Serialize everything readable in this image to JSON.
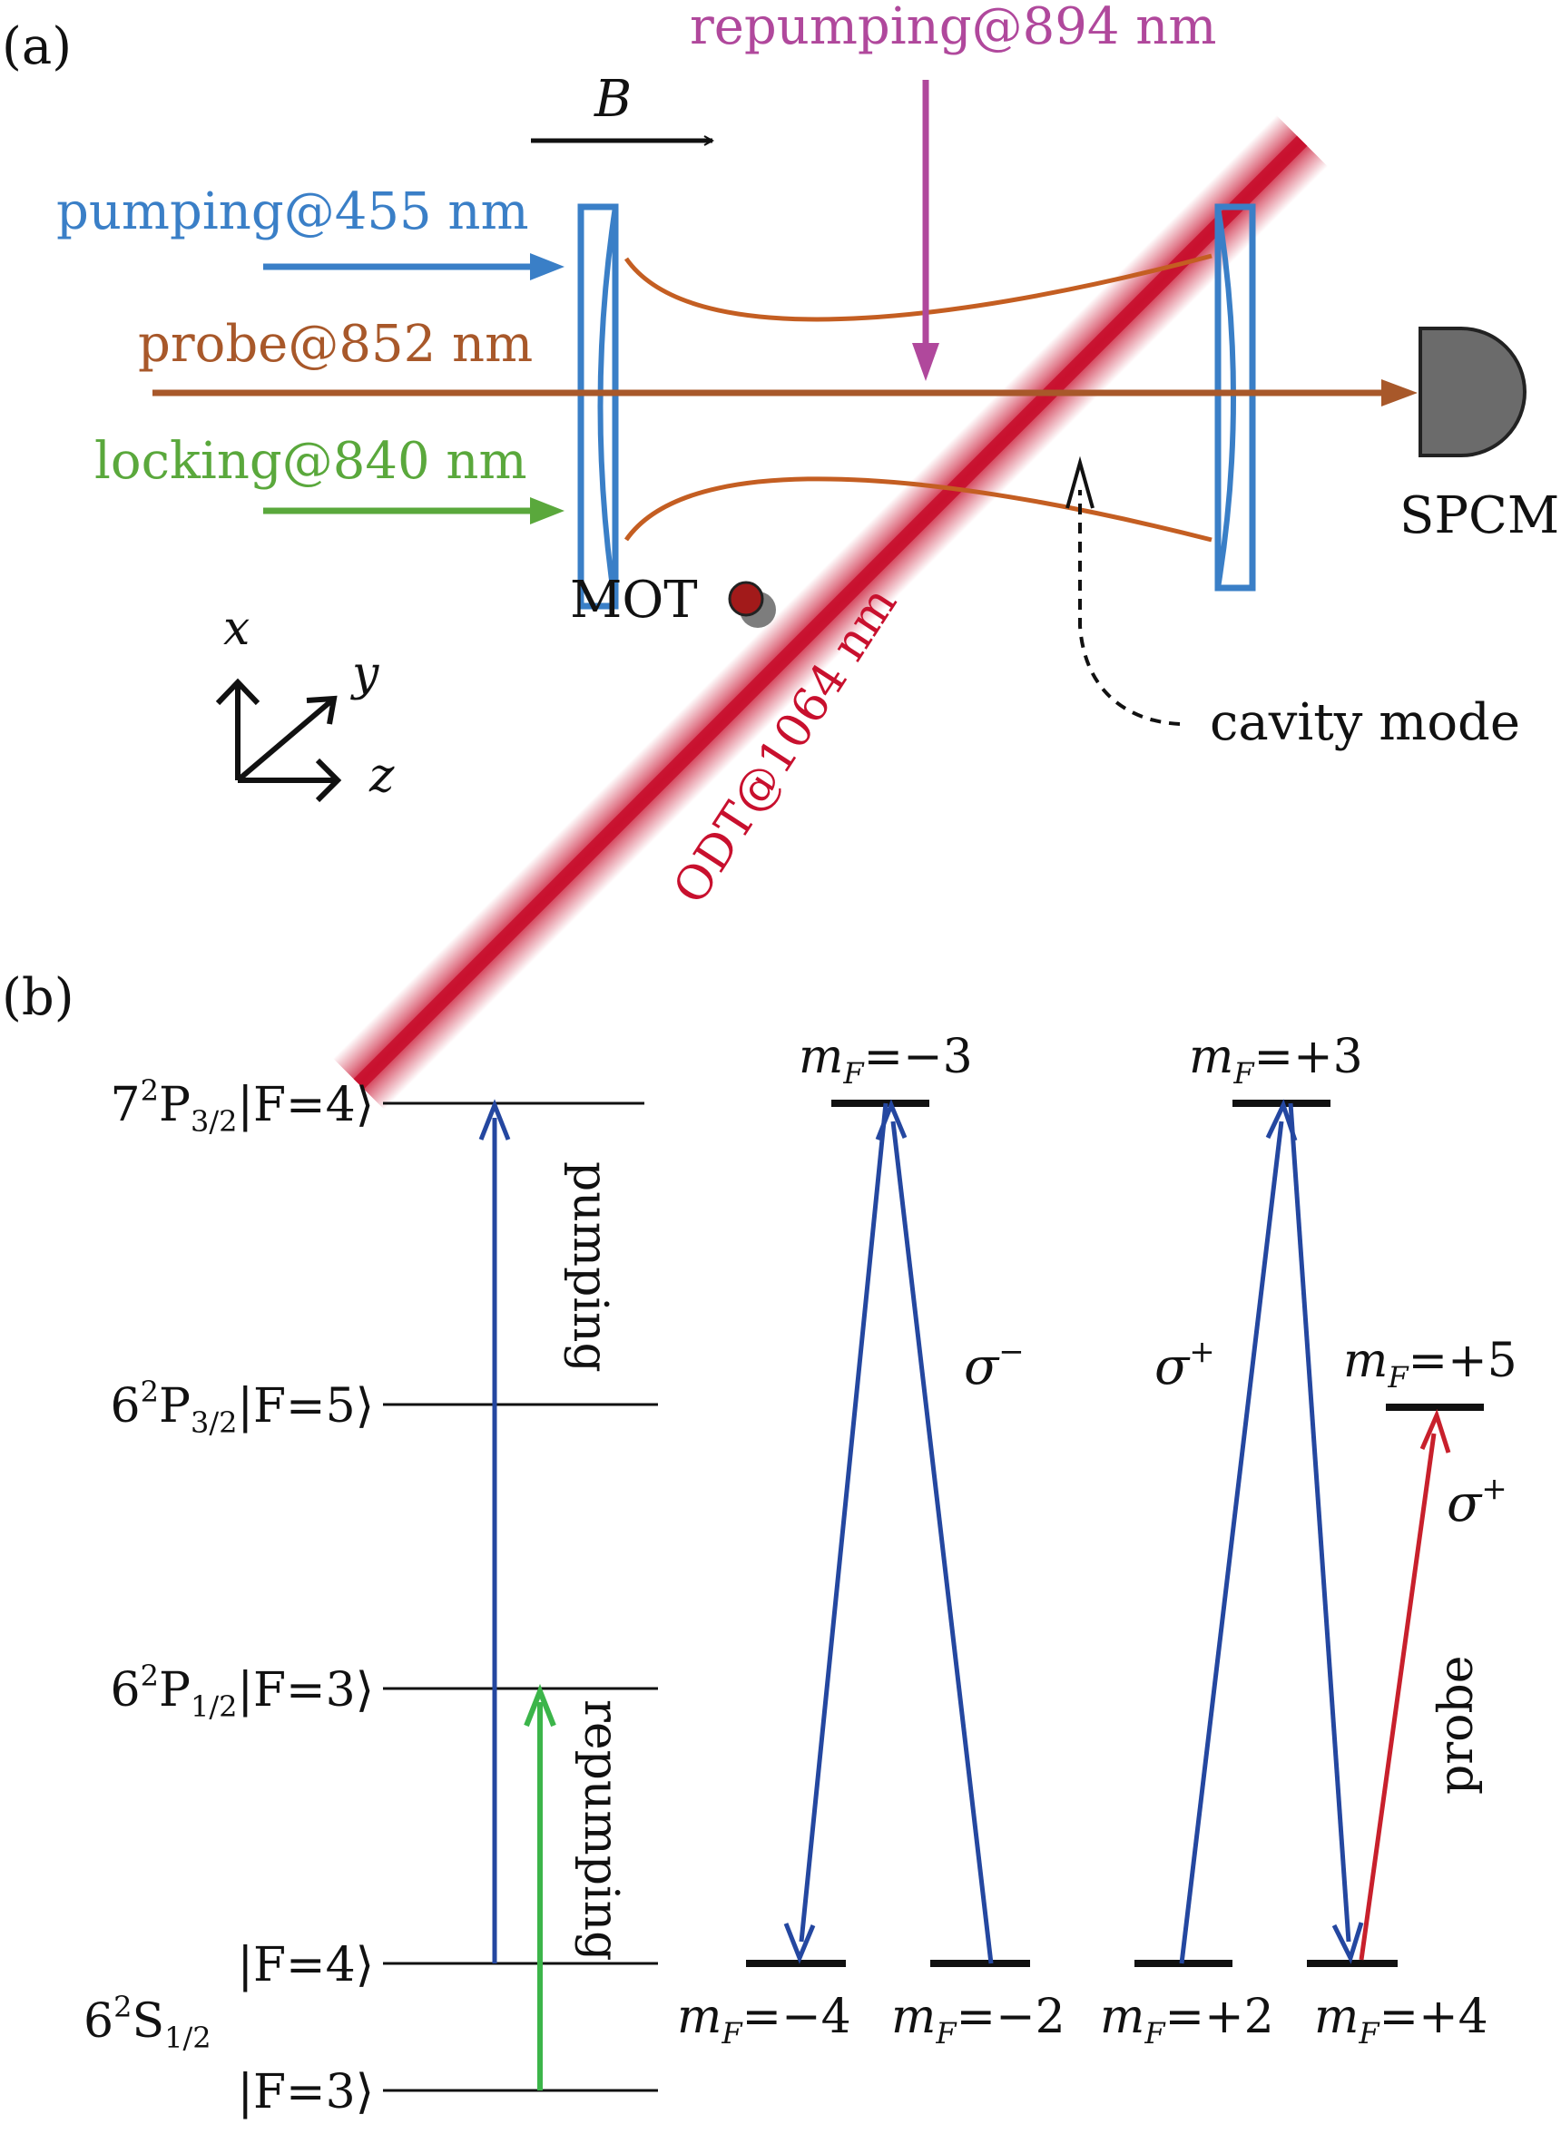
{
  "panel_a": {
    "label": "(a)",
    "beams": {
      "repumping": "repumping@894 nm",
      "magnetic_field": "B",
      "pumping": "pumping@455 nm",
      "probe": "probe@852 nm",
      "locking": "locking@840 nm",
      "odt": "ODT@1064 nm"
    },
    "components": {
      "mot": "MOT",
      "spcm": "SPCM",
      "cavity_mode": "cavity mode"
    },
    "axes": {
      "x": "x",
      "y": "y",
      "z": "z"
    }
  },
  "panel_b": {
    "label": "(b)",
    "levels": {
      "p32_f4": {
        "main": "7",
        "sup": "2",
        "letter": "P",
        "sub": "3/2",
        "ket": "|F=4⟩"
      },
      "p32_f5": {
        "main": "6",
        "sup": "2",
        "letter": "P",
        "sub": "3/2",
        "ket": "|F=5⟩"
      },
      "p12_f3": {
        "main": "6",
        "sup": "2",
        "letter": "P",
        "sub": "1/2",
        "ket": "|F=3⟩"
      },
      "s12": {
        "main": "6",
        "sup": "2",
        "letter": "S",
        "sub": "1/2"
      },
      "f4": "|F=4⟩",
      "f3": "|F=3⟩"
    },
    "transitions": {
      "pumping": "pumping",
      "repumping": "repumping",
      "probe": "probe",
      "sigma_minus": {
        "base": "σ",
        "sup": "−"
      },
      "sigma_plus_1": {
        "base": "σ",
        "sup": "+"
      },
      "sigma_plus_2": {
        "base": "σ",
        "sup": "+"
      }
    },
    "sublevels": {
      "top_left": {
        "m": "m",
        "sub": "F",
        "val": "=−3"
      },
      "top_right": {
        "m": "m",
        "sub": "F",
        "val": "=+3"
      },
      "right": {
        "m": "m",
        "sub": "F",
        "val": "=+5"
      },
      "bottom_1": {
        "m": "m",
        "sub": "F",
        "val": "=−4"
      },
      "bottom_2": {
        "m": "m",
        "sub": "F",
        "val": "=−2"
      },
      "bottom_3": {
        "m": "m",
        "sub": "F",
        "val": "=+2"
      },
      "bottom_4": {
        "m": "m",
        "sub": "F",
        "val": "=+4"
      }
    }
  },
  "colors": {
    "pumping": "#3a7fc7",
    "repumping": "#b0489c",
    "probe": "#a8582a",
    "locking": "#5aa83c",
    "odt": "#c8102e",
    "cavity_mode": "#c45e22",
    "mirror": "#3a7fc7",
    "transition": "#2447a0",
    "repump_transition": "#3cb54a",
    "probe_transition": "#c8202c",
    "detector": "#6b6b6b"
  }
}
